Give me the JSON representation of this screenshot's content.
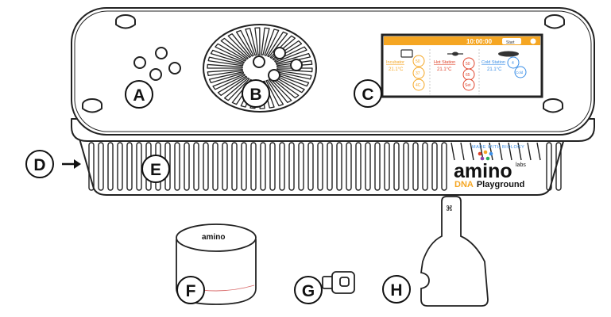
{
  "labels": {
    "a": "A",
    "b": "B",
    "c": "C",
    "d": "D",
    "e": "E",
    "f": "F",
    "g": "G",
    "h": "H"
  },
  "screen": {
    "time": "10:00:00",
    "button": "Start",
    "column1": {
      "title": "Incubator",
      "temp": "21.1°C",
      "badges": [
        "50",
        "37",
        "4C"
      ]
    },
    "column2": {
      "title": "Hot Station",
      "temp": "21.1°C",
      "badges": [
        "50",
        "65",
        "Set"
      ]
    },
    "column3": {
      "title": "Cold Station",
      "temp": "21.1°C",
      "badges": [
        "4",
        "Cold"
      ]
    }
  },
  "brand": {
    "tagline": "MADE WITH BIOLOGY",
    "name": "amino",
    "suffix": "labs",
    "product_dna": "DNA",
    "product_rest": "Playground"
  },
  "lid_logo": "amino",
  "colors": {
    "orange": "#f5a623",
    "red": "#e0442c",
    "blue": "#3a8ee6",
    "line": "#222222"
  }
}
